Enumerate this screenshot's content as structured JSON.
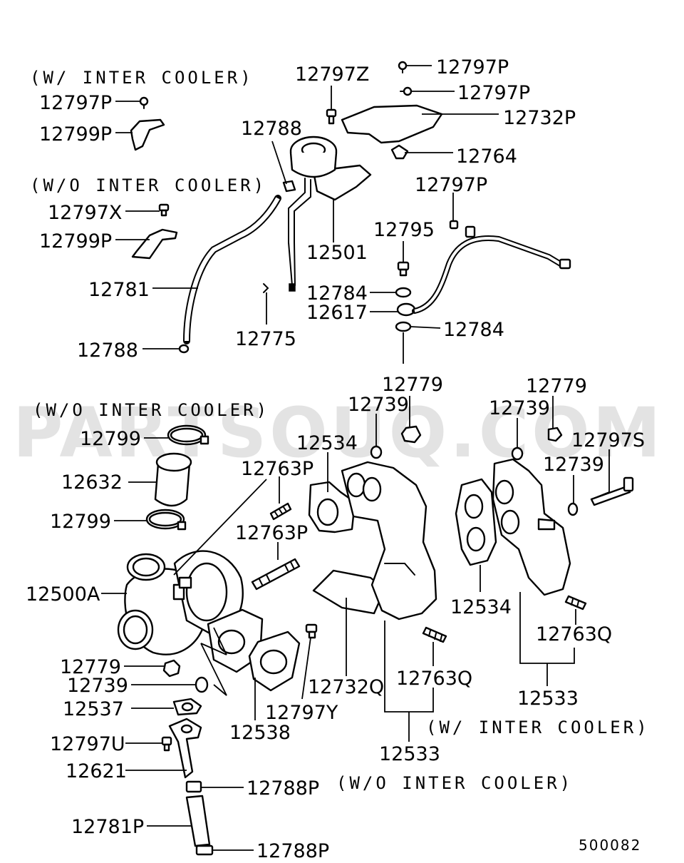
{
  "watermark": "PARTSOUQ.COM",
  "notes": {
    "with_ic_top": "(W/ INTER COOLER)",
    "without_ic_top": "(W/O INTER COOLER)",
    "without_ic_left": "(W/O INTER COOLER)",
    "with_ic_right": "(W/ INTER COOLER)",
    "without_ic_bottom": "(W/O INTER COOLER)"
  },
  "diagram_code": "500082",
  "callouts": {
    "p12797P_a": "12797P",
    "p12799P_a": "12799P",
    "p12797X": "12797X",
    "p12799P_b": "12799P",
    "p12781": "12781",
    "p12788_a": "12788",
    "p12788_b": "12788",
    "p12775": "12775",
    "p12797Z": "12797Z",
    "p12501": "12501",
    "p12797P_b": "12797P",
    "p12797P_c": "12797P",
    "p12732P": "12732P",
    "p12764": "12764",
    "p12797P_d": "12797P",
    "p12795": "12795",
    "p12784_a": "12784",
    "p12617": "12617",
    "p12784_b": "12784",
    "p12779_a": "12779",
    "p12739_a": "12739",
    "p12534_a": "12534",
    "p12779_b": "12779",
    "p12739_b": "12739",
    "p12797S": "12797S",
    "p12739_c": "12739",
    "p12799_a": "12799",
    "p12632": "12632",
    "p12799_b": "12799",
    "p12763P_a": "12763P",
    "p12763P_b": "12763P",
    "p12500A": "12500A",
    "p12779_c": "12779",
    "p12739_d": "12739",
    "p12537": "12537",
    "p12797U": "12797U",
    "p12621": "12621",
    "p12538": "12538",
    "p12797Y": "12797Y",
    "p12732Q": "12732Q",
    "p12763Q_a": "12763Q",
    "p12533_a": "12533",
    "p12534_b": "12534",
    "p12763Q_b": "12763Q",
    "p12533_b": "12533",
    "p12788P_a": "12788P",
    "p12781P": "12781P",
    "p12788P_b": "12788P"
  }
}
